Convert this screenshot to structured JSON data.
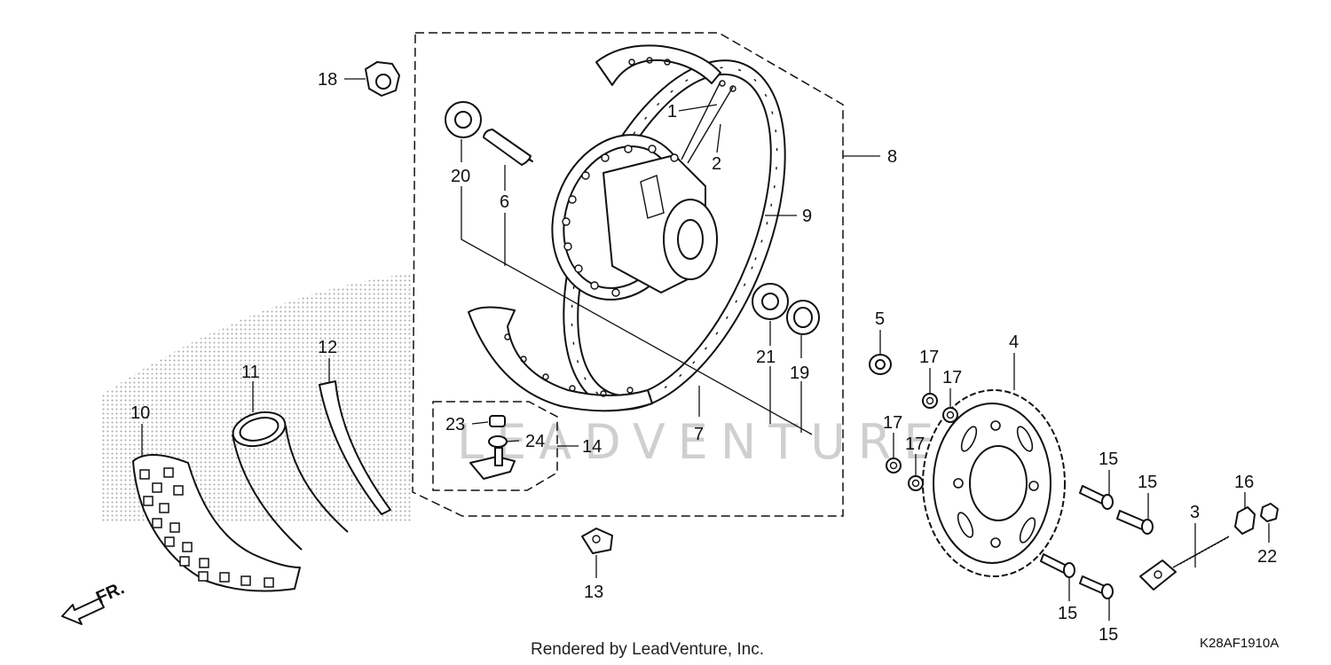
{
  "diagram": {
    "diagram_code": "K28AF1910A",
    "watermark": "LEADVENTURE",
    "footer": "Rendered by LeadVenture, Inc.",
    "front_arrow_label": "FR.",
    "callouts": {
      "c1": "1",
      "c2": "2",
      "c3": "3",
      "c4": "4",
      "c5": "5",
      "c6": "6",
      "c7": "7",
      "c8": "8",
      "c9": "9",
      "c10": "10",
      "c11": "11",
      "c12": "12",
      "c13": "13",
      "c14": "14",
      "c15a": "15",
      "c15b": "15",
      "c15c": "15",
      "c15d": "15",
      "c16": "16",
      "c17a": "17",
      "c17b": "17",
      "c17c": "17",
      "c17d": "17",
      "c18": "18",
      "c19": "19",
      "c20": "20",
      "c21": "21",
      "c22": "22",
      "c23": "23",
      "c24": "24"
    }
  }
}
